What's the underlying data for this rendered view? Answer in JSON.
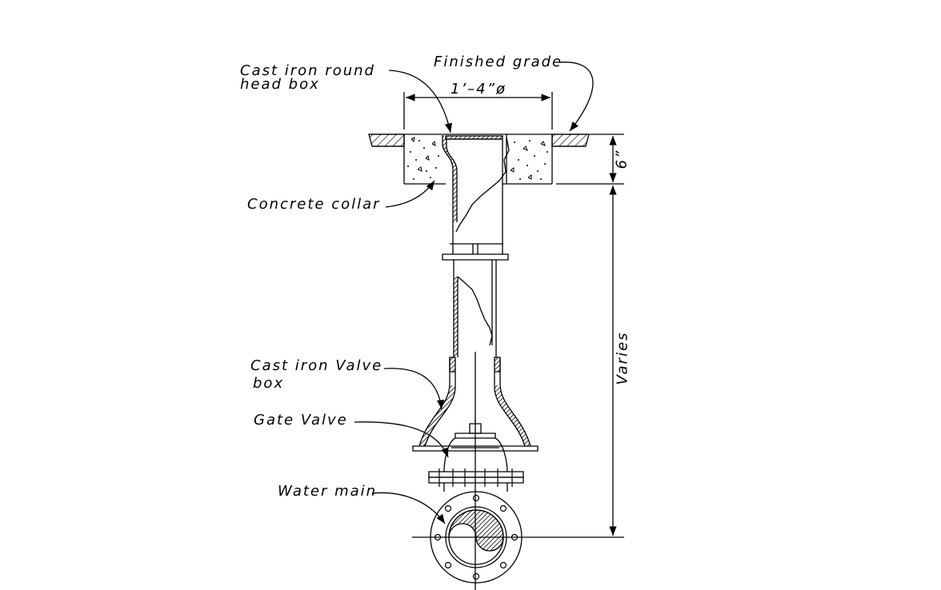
{
  "labels": {
    "head_box_line1": "Cast iron round",
    "head_box_line2": "head box",
    "finished_grade": "Finished grade",
    "diameter": "1’–4”ø",
    "concrete_collar": "Concrete collar",
    "valve_box_line1": "Cast iron Valve",
    "valve_box_line2": "box",
    "gate_valve": "Gate Valve",
    "water_main": "Water main",
    "depth_6": "6”",
    "varies": "Varies"
  }
}
